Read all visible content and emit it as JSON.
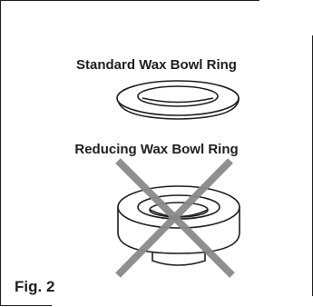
{
  "figure": {
    "standard_label": "Standard Wax Bowl Ring",
    "reducing_label": "Reducing Wax Bowl Ring",
    "caption": "Fig. 2"
  },
  "colors": {
    "line": "#1e1e1e",
    "cross": "#8a8a8a"
  },
  "icons": {
    "standard_ring": "standard-wax-ring-icon",
    "reducing_ring": "reducing-wax-ring-icon",
    "not_allowed": "crossed-out-x-icon"
  }
}
